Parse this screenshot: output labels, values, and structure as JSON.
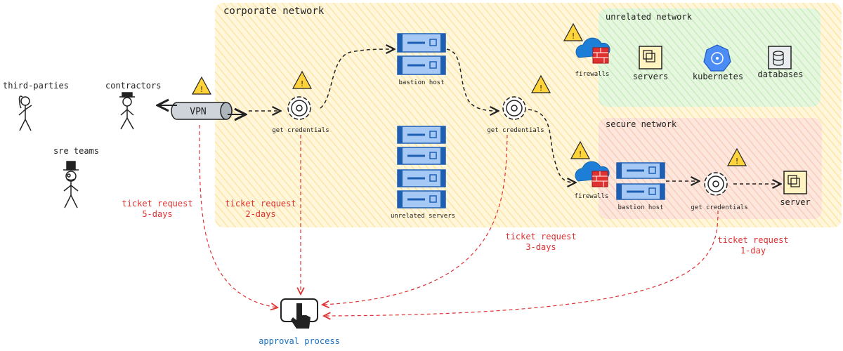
{
  "zones": {
    "corporate": "corporate network",
    "unrelated": "unrelated network",
    "secure": "secure network"
  },
  "actors": {
    "third_parties": "third-parties",
    "contractors": "contractors",
    "sre_teams": "sre teams"
  },
  "nodes": {
    "vpn": "VPN",
    "get_credentials_1": "get credentials",
    "get_credentials_2": "get credentials",
    "get_credentials_3": "get credentials",
    "bastion_host_1": "bastion host",
    "bastion_host_2": "bastion host",
    "unrelated_servers": "unrelated servers",
    "firewalls_1": "firewalls",
    "firewalls_2": "firewalls",
    "servers": "servers",
    "kubernetes": "kubernetes",
    "databases": "databases",
    "server": "server",
    "approval_process": "approval process"
  },
  "tickets": {
    "t5": [
      "ticket request",
      "5-days"
    ],
    "t2": [
      "ticket request",
      "2-days"
    ],
    "t3": [
      "ticket request",
      "3-days"
    ],
    "t1": [
      "ticket request",
      "1-day"
    ]
  },
  "colors": {
    "corporate_fill": "#fff4d6",
    "unrelated_fill": "#e3f6dc",
    "secure_fill": "#fde4da",
    "server_blue": "#a5c8f5",
    "server_stroke": "#1e5fb3",
    "warning_yellow": "#ffd43b",
    "ticket_red": "#e03131",
    "approval_blue": "#1971c2"
  }
}
